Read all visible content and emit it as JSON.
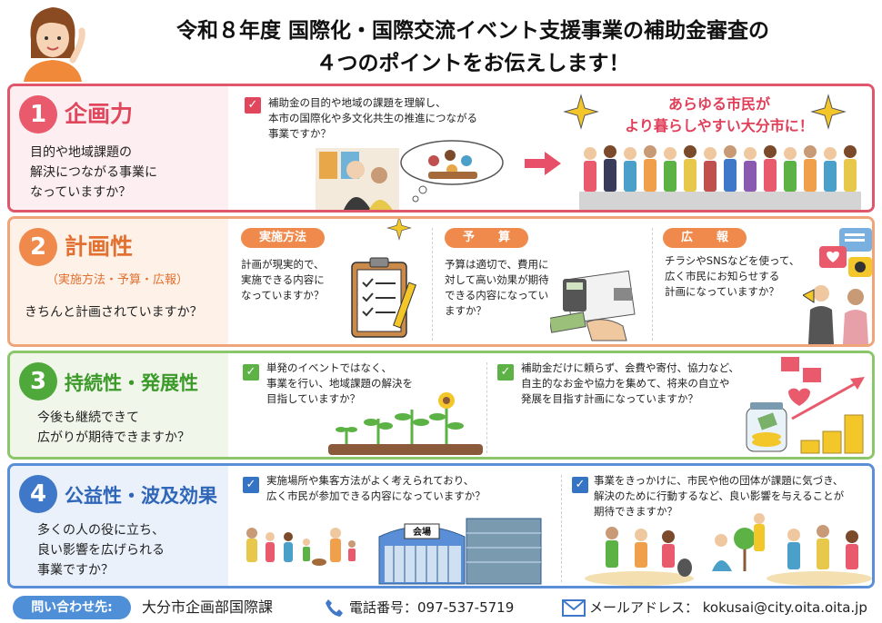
{
  "header": {
    "title_line1": "令和８年度 国際化・国際交流イベント支援事業の補助金審査の",
    "title_line2": "４つのポイントをお伝えします！"
  },
  "sections": {
    "s1": {
      "number": "1",
      "title": "企画力",
      "description": "目的や地域課題の\n解決につながる事業に\nなっていますか？",
      "point": "補助金の目的や地域の課題を理解し、\n本市の国際化や多文化共生の推進につながる\n事業ですか？",
      "goal": "あらゆる市民が\nより暮らしやすい大分市に！"
    },
    "s2": {
      "number": "2",
      "title": "計画性",
      "subtitle": "（実施方法・予算・広報）",
      "description": "きちんと計画されていますか？",
      "col1_label": "実施方法",
      "col1_text": "計画が現実的で、\n実施できる内容に\nなっていますか？",
      "col2_label": "予　　算",
      "col2_text": "予算は適切で、費用に\n対して高い効果が期待\nできる内容になってい\nますか？",
      "col3_label": "広　　報",
      "col3_text": "チラシやSNSなどを使って、\n広く市民にお知らせする\n計画になっていますか？"
    },
    "s3": {
      "number": "3",
      "title": "持続性・発展性",
      "description": "今後も継続できて\n広がりが期待できますか？",
      "point1": "単発のイベントではなく、\n事業を行い、地域課題の解決を\n目指していますか？",
      "point2": "補助金だけに頼らず、会費や寄付、協力など、\n自主的なお金や協力を集めて、将来の自立や\n発展を目指す計画になっていますか？"
    },
    "s4": {
      "number": "4",
      "title": "公益性・波及効果",
      "description": "多くの人の役に立ち、\n良い影響を広げられる\n事業ですか？",
      "point1": "実施場所や集客方法がよく考えられており、\n広く市民が参加できる内容になっていますか？",
      "point2": "事業をきっかけに、市民や他の団体が課題に気づき、\n解決のために行動するなど、良い影響を与えることが\n期待できますか？",
      "venue_sign": "会場"
    }
  },
  "footer": {
    "label": "問い合わせ先:",
    "department": "大分市企画部国際課",
    "phone": "電話番号：097-537-5719",
    "email": "メールアドレス： kokusai@city.oita.oita.jp"
  },
  "colors": {
    "s1": "#e0566a",
    "s2": "#f0a47a",
    "s3": "#8cc66a",
    "s4": "#5a8ed6",
    "footer_label": "#4f8fd8"
  }
}
